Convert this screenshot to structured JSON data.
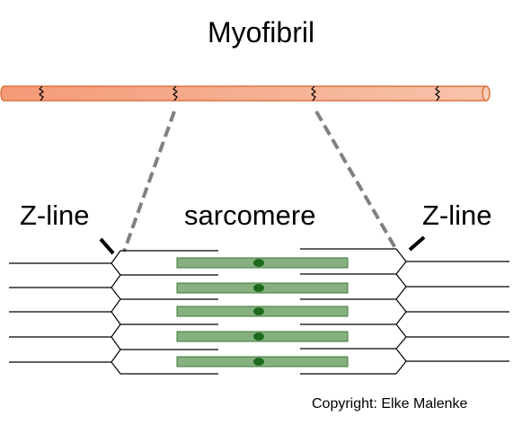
{
  "title": "Myofibril",
  "labels": {
    "z_line_left": "Z-line",
    "sarcomere": "sarcomere",
    "z_line_right": "Z-line"
  },
  "copyright": "Copyright: Elke Malenke",
  "colors": {
    "myofibril_fill": "#f5a07e",
    "myofibril_stroke": "#e0733f",
    "filament_fill": "#86b07f",
    "filament_stroke": "#3f7a3a",
    "m_line_dot": "#1e6b1e",
    "zoom_dash": "#808080",
    "line": "#000000"
  }
}
